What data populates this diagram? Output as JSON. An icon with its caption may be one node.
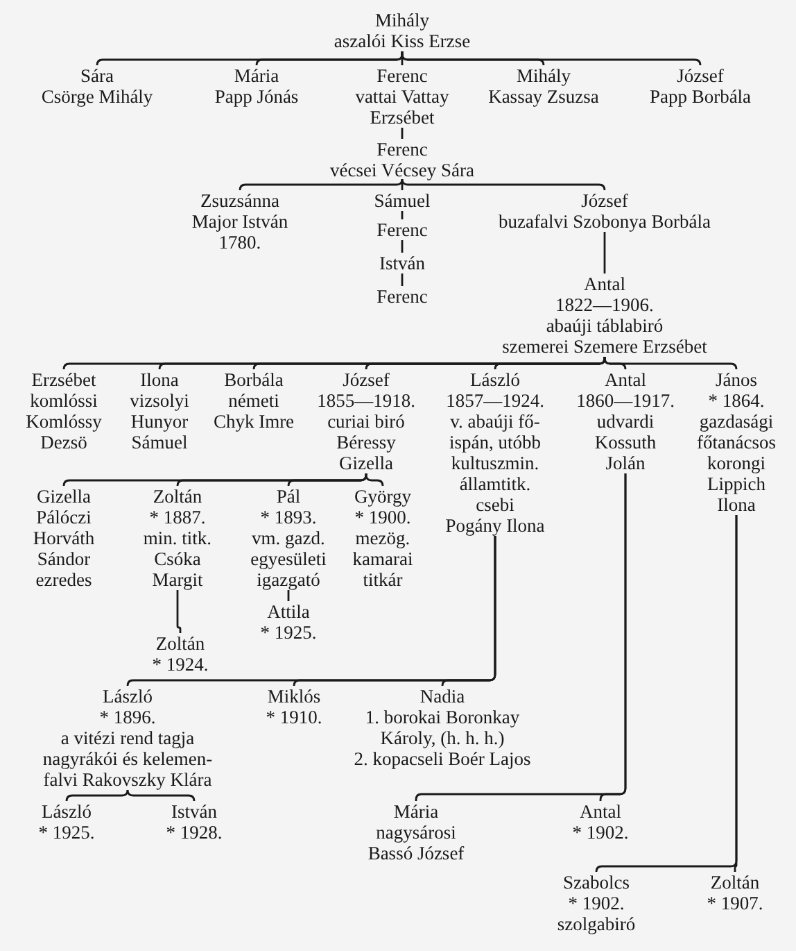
{
  "diagram": {
    "nodes": [
      {
        "text": [
          "Mihály",
          "aszalói Kiss Erzse"
        ]
      },
      {
        "text": [
          "Sára",
          "Csörge Mihály"
        ]
      },
      {
        "text": [
          "Mária",
          "Papp Jónás"
        ]
      },
      {
        "text": [
          "Ferenc",
          "vattai Vattay",
          "Erzsébet"
        ]
      },
      {
        "text": [
          "Mihály",
          "Kassay Zsuzsa"
        ]
      },
      {
        "text": [
          "József",
          "Papp Borbála"
        ]
      },
      {
        "text": [
          "Ferenc",
          "vécsei Vécsey Sára"
        ]
      },
      {
        "text": [
          "Zsuzsánna",
          "Major István",
          "1780."
        ]
      },
      {
        "text": [
          "Sámuel"
        ]
      },
      {
        "text": [
          "Ferenc"
        ]
      },
      {
        "text": [
          "István"
        ]
      },
      {
        "text": [
          "Ferenc"
        ]
      },
      {
        "text": [
          "József",
          "buzafalvi Szobonya Borbála"
        ]
      },
      {
        "text": [
          "Antal",
          "1822—1906.",
          "abaúji táblabiró",
          "szemerei Szemere Erzsébet"
        ]
      },
      {
        "text": [
          "Erzsébet",
          "komlóssi",
          "Komlóssy",
          "Dezsö"
        ]
      },
      {
        "text": [
          "Ilona",
          "vizsolyi",
          "Hunyor",
          "Sámuel"
        ]
      },
      {
        "text": [
          "Borbála",
          "németi",
          "Chyk Imre"
        ]
      },
      {
        "text": [
          "József",
          "1855—1918.",
          "curiai biró",
          "Béressy",
          "Gizella"
        ]
      },
      {
        "text": [
          "László",
          "1857—1924.",
          "v. abaúji fő-",
          "ispán, utóbb",
          "kultuszmin.",
          "államtitk.",
          "csebi",
          "Pogány Ilona"
        ]
      },
      {
        "text": [
          "Antal",
          "1860—1917.",
          "udvardi",
          "Kossuth",
          "Jolán"
        ]
      },
      {
        "text": [
          "János",
          "* 1864.",
          "gazdasági",
          "főtanácsos",
          "korongi",
          "Lippich",
          "Ilona"
        ]
      },
      {
        "text": [
          "Gizella",
          "Pálóczi",
          "Horváth",
          "Sándor",
          "ezredes"
        ]
      },
      {
        "text": [
          "Zoltán",
          "* 1887.",
          "min. titk.",
          "Csóka",
          "Margit"
        ]
      },
      {
        "text": [
          "Pál",
          "* 1893.",
          "vm. gazd.",
          "egyesületi",
          "igazgató"
        ]
      },
      {
        "text": [
          "György",
          "* 1900.",
          "mezög.",
          "kamarai",
          "titkár"
        ]
      },
      {
        "text": [
          "Zoltán",
          "* 1924."
        ]
      },
      {
        "text": [
          "Attila",
          "* 1925."
        ]
      },
      {
        "text": [
          "László",
          "* 1896.",
          "a vitézi rend tagja",
          "nagyrákói és kelemen-",
          "falvi Rakovszky Klára"
        ]
      },
      {
        "text": [
          "Miklós",
          "* 1910."
        ]
      },
      {
        "text": [
          "Nadia",
          "1. borokai Boronkay",
          "Károly, (h. h. h.)",
          "2. kopacseli Boér Lajos"
        ]
      },
      {
        "text": [
          "László",
          "* 1925."
        ]
      },
      {
        "text": [
          "István",
          "* 1928."
        ]
      },
      {
        "text": [
          "Mária",
          "nagysárosi",
          "Bassó József"
        ]
      },
      {
        "text": [
          "Antal",
          "* 1902."
        ]
      },
      {
        "text": [
          "Szabolcs",
          "* 1902.",
          "szolgabiró"
        ]
      },
      {
        "text": [
          "Zoltán",
          "* 1907."
        ]
      }
    ],
    "edges": [
      {
        "from": 0,
        "to": 1,
        "arrow": "none"
      },
      {
        "from": 0,
        "to": 2,
        "arrow": "none"
      },
      {
        "from": 0,
        "to": 3,
        "arrow": "none"
      },
      {
        "from": 0,
        "to": 4,
        "arrow": "none"
      },
      {
        "from": 0,
        "to": 5,
        "arrow": "none"
      },
      {
        "from": 3,
        "to": 6,
        "arrow": "none"
      },
      {
        "from": 6,
        "to": 7,
        "arrow": "none"
      },
      {
        "from": 6,
        "to": 8,
        "arrow": "none"
      },
      {
        "from": 6,
        "to": 12,
        "arrow": "none"
      },
      {
        "from": 8,
        "to": 9,
        "arrow": "none"
      },
      {
        "from": 9,
        "to": 10,
        "arrow": "none"
      },
      {
        "from": 10,
        "to": 11,
        "arrow": "none"
      },
      {
        "from": 12,
        "to": 13,
        "arrow": "none"
      },
      {
        "from": 13,
        "to": 14,
        "arrow": "none"
      },
      {
        "from": 13,
        "to": 15,
        "arrow": "none"
      },
      {
        "from": 13,
        "to": 16,
        "arrow": "none"
      },
      {
        "from": 13,
        "to": 17,
        "arrow": "none"
      },
      {
        "from": 13,
        "to": 18,
        "arrow": "none"
      },
      {
        "from": 13,
        "to": 19,
        "arrow": "none"
      },
      {
        "from": 13,
        "to": 20,
        "arrow": "none"
      },
      {
        "from": 17,
        "to": 21,
        "arrow": "none"
      },
      {
        "from": 17,
        "to": 22,
        "arrow": "none"
      },
      {
        "from": 17,
        "to": 23,
        "arrow": "none"
      },
      {
        "from": 17,
        "to": 24,
        "arrow": "none"
      },
      {
        "from": 22,
        "to": 25,
        "arrow": "none"
      },
      {
        "from": 23,
        "to": 26,
        "arrow": "none"
      },
      {
        "from": 18,
        "to": 27,
        "arrow": "none"
      },
      {
        "from": 18,
        "to": 28,
        "arrow": "none"
      },
      {
        "from": 18,
        "to": 29,
        "arrow": "none"
      },
      {
        "from": 27,
        "to": 30,
        "arrow": "none"
      },
      {
        "from": 27,
        "to": 31,
        "arrow": "none"
      },
      {
        "from": 19,
        "to": 32,
        "arrow": "none"
      },
      {
        "from": 19,
        "to": 33,
        "arrow": "none"
      },
      {
        "from": 20,
        "to": 34,
        "arrow": "none"
      },
      {
        "from": 20,
        "to": 35,
        "arrow": "none"
      }
    ]
  }
}
